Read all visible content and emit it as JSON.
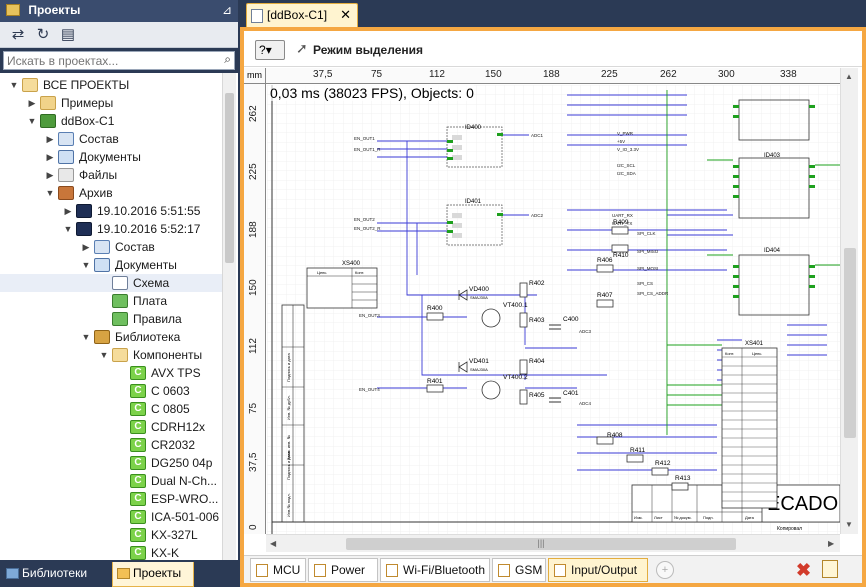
{
  "left_panel": {
    "title": "Проекты",
    "pin": "⊿",
    "search_placeholder": "Искать в проектах...",
    "tree": [
      {
        "label": "ВСЕ ПРОЕКТЫ",
        "icon": "folder-open",
        "arrow": "▼",
        "level": 0
      },
      {
        "label": "Примеры",
        "icon": "folder",
        "arrow": "▶",
        "level": 1
      },
      {
        "label": "ddBox-C1",
        "icon": "board",
        "arrow": "▼",
        "level": 1
      },
      {
        "label": "Состав",
        "icon": "list",
        "arrow": "▶",
        "level": 2
      },
      {
        "label": "Документы",
        "icon": "docs",
        "arrow": "▶",
        "level": 2
      },
      {
        "label": "Файлы",
        "icon": "files",
        "arrow": "▶",
        "level": 2
      },
      {
        "label": "Архив",
        "icon": "archive",
        "arrow": "▼",
        "level": 2
      },
      {
        "label": "19.10.2016 5:51:55",
        "icon": "disk",
        "arrow": "▶",
        "level": 3
      },
      {
        "label": "19.10.2016 5:52:17",
        "icon": "disk",
        "arrow": "▼",
        "level": 3
      },
      {
        "label": "Состав",
        "icon": "list",
        "arrow": "▶",
        "level": 4
      },
      {
        "label": "Документы",
        "icon": "docs",
        "arrow": "▼",
        "level": 4
      },
      {
        "label": "Схема",
        "icon": "sheet",
        "arrow": "",
        "level": 5,
        "selected": true
      },
      {
        "label": "Плата",
        "icon": "pcb",
        "arrow": "",
        "level": 5
      },
      {
        "label": "Правила",
        "icon": "pcb",
        "arrow": "",
        "level": 5
      },
      {
        "label": "Библиотека",
        "icon": "lib",
        "arrow": "▼",
        "level": 4
      },
      {
        "label": "Компоненты",
        "icon": "folder-open",
        "arrow": "▼",
        "level": 5
      },
      {
        "label": "AVX TPS",
        "icon": "comp",
        "arrow": "",
        "level": 6
      },
      {
        "label": "C 0603",
        "icon": "comp",
        "arrow": "",
        "level": 6
      },
      {
        "label": "C 0805",
        "icon": "comp",
        "arrow": "",
        "level": 6
      },
      {
        "label": "CDRH12x",
        "icon": "comp",
        "arrow": "",
        "level": 6
      },
      {
        "label": "CR2032",
        "icon": "comp",
        "arrow": "",
        "level": 6
      },
      {
        "label": "DG250 04p",
        "icon": "comp",
        "arrow": "",
        "level": 6
      },
      {
        "label": "Dual N-Ch...",
        "icon": "comp",
        "arrow": "",
        "level": 6
      },
      {
        "label": "ESP-WRO...",
        "icon": "comp",
        "arrow": "",
        "level": 6
      },
      {
        "label": "ICA-501-006",
        "icon": "comp",
        "arrow": "",
        "level": 6
      },
      {
        "label": "KX-327L",
        "icon": "comp",
        "arrow": "",
        "level": 6
      },
      {
        "label": "KX-K",
        "icon": "comp",
        "arrow": "",
        "level": 6
      }
    ],
    "bottom_tabs": [
      {
        "label": "Библиотеки",
        "active": false
      },
      {
        "label": "Проекты",
        "active": true
      }
    ]
  },
  "document": {
    "tab_label": "[ddBox-C1]",
    "tab_close": "✕",
    "help_button": "?",
    "mode_label": "Режим выделения",
    "status_overlay": "0,03 ms (38023 FPS), Objects: 0",
    "ruler_unit": "mm",
    "ruler_top": [
      "37,5",
      "75",
      "112",
      "150",
      "188",
      "225",
      "262",
      "300",
      "338"
    ],
    "ruler_left": [
      "262",
      "225",
      "188",
      "150",
      "112",
      "75",
      "37,5",
      "0"
    ],
    "sheet_tabs": [
      {
        "label": "MCU",
        "active": false
      },
      {
        "label": "Power",
        "active": false
      },
      {
        "label": "Wi-Fi/Bluetooth",
        "active": false
      },
      {
        "label": "GSM",
        "active": false
      },
      {
        "label": "Input/Output",
        "active": true
      }
    ]
  },
  "schematic": {
    "title_block": "ECADO",
    "title_sub": "Копировал",
    "chips": [
      "ID400",
      "ID401",
      "ID403",
      "ID404"
    ],
    "connectors": [
      "XS400",
      "XS401"
    ],
    "transistors": [
      "VT400.1",
      "VT400.2"
    ],
    "diodes": [
      "VD400",
      "VD401"
    ],
    "diode_sub": [
      "SMAJ30A",
      "SMAJ30A"
    ],
    "resistors": [
      "R400",
      "R401",
      "R402",
      "R403",
      "R404",
      "R405",
      "R406",
      "R407",
      "R408",
      "R409",
      "R410",
      "R411",
      "R412",
      "R413"
    ],
    "capacitors": [
      "C400",
      "C401"
    ],
    "nets_left": [
      "EN_OUT1",
      "EN_OUT1_R",
      "EN_OUT2",
      "EN_OUT2_R",
      "EN_OUT3",
      "EN_OUT4"
    ],
    "nets_right": [
      "ADC1",
      "ADC2",
      "ADC3",
      "ADC4"
    ],
    "nets_bus": [
      "V_PWR",
      "+5V",
      "V_IO_3.3V",
      "I2C_SCL",
      "I2C_SDA",
      "UART_RX",
      "UART_TX",
      "SPI_CLK",
      "SPI_MISO",
      "SPI_MOSI",
      "SPI_CS",
      "SPI_CS_ADDR"
    ],
    "conn_header": [
      "Цепь",
      "Конт."
    ],
    "stamp_rows": [
      "Инв.№ подл.",
      "Подпись и дата",
      "Взам. инв. №",
      "Инв. № дубл.",
      "Подпись и дата"
    ],
    "stamp_bottom": [
      "Изм.",
      "Лист",
      "№ докум.",
      "Подп.",
      "Дата"
    ]
  }
}
